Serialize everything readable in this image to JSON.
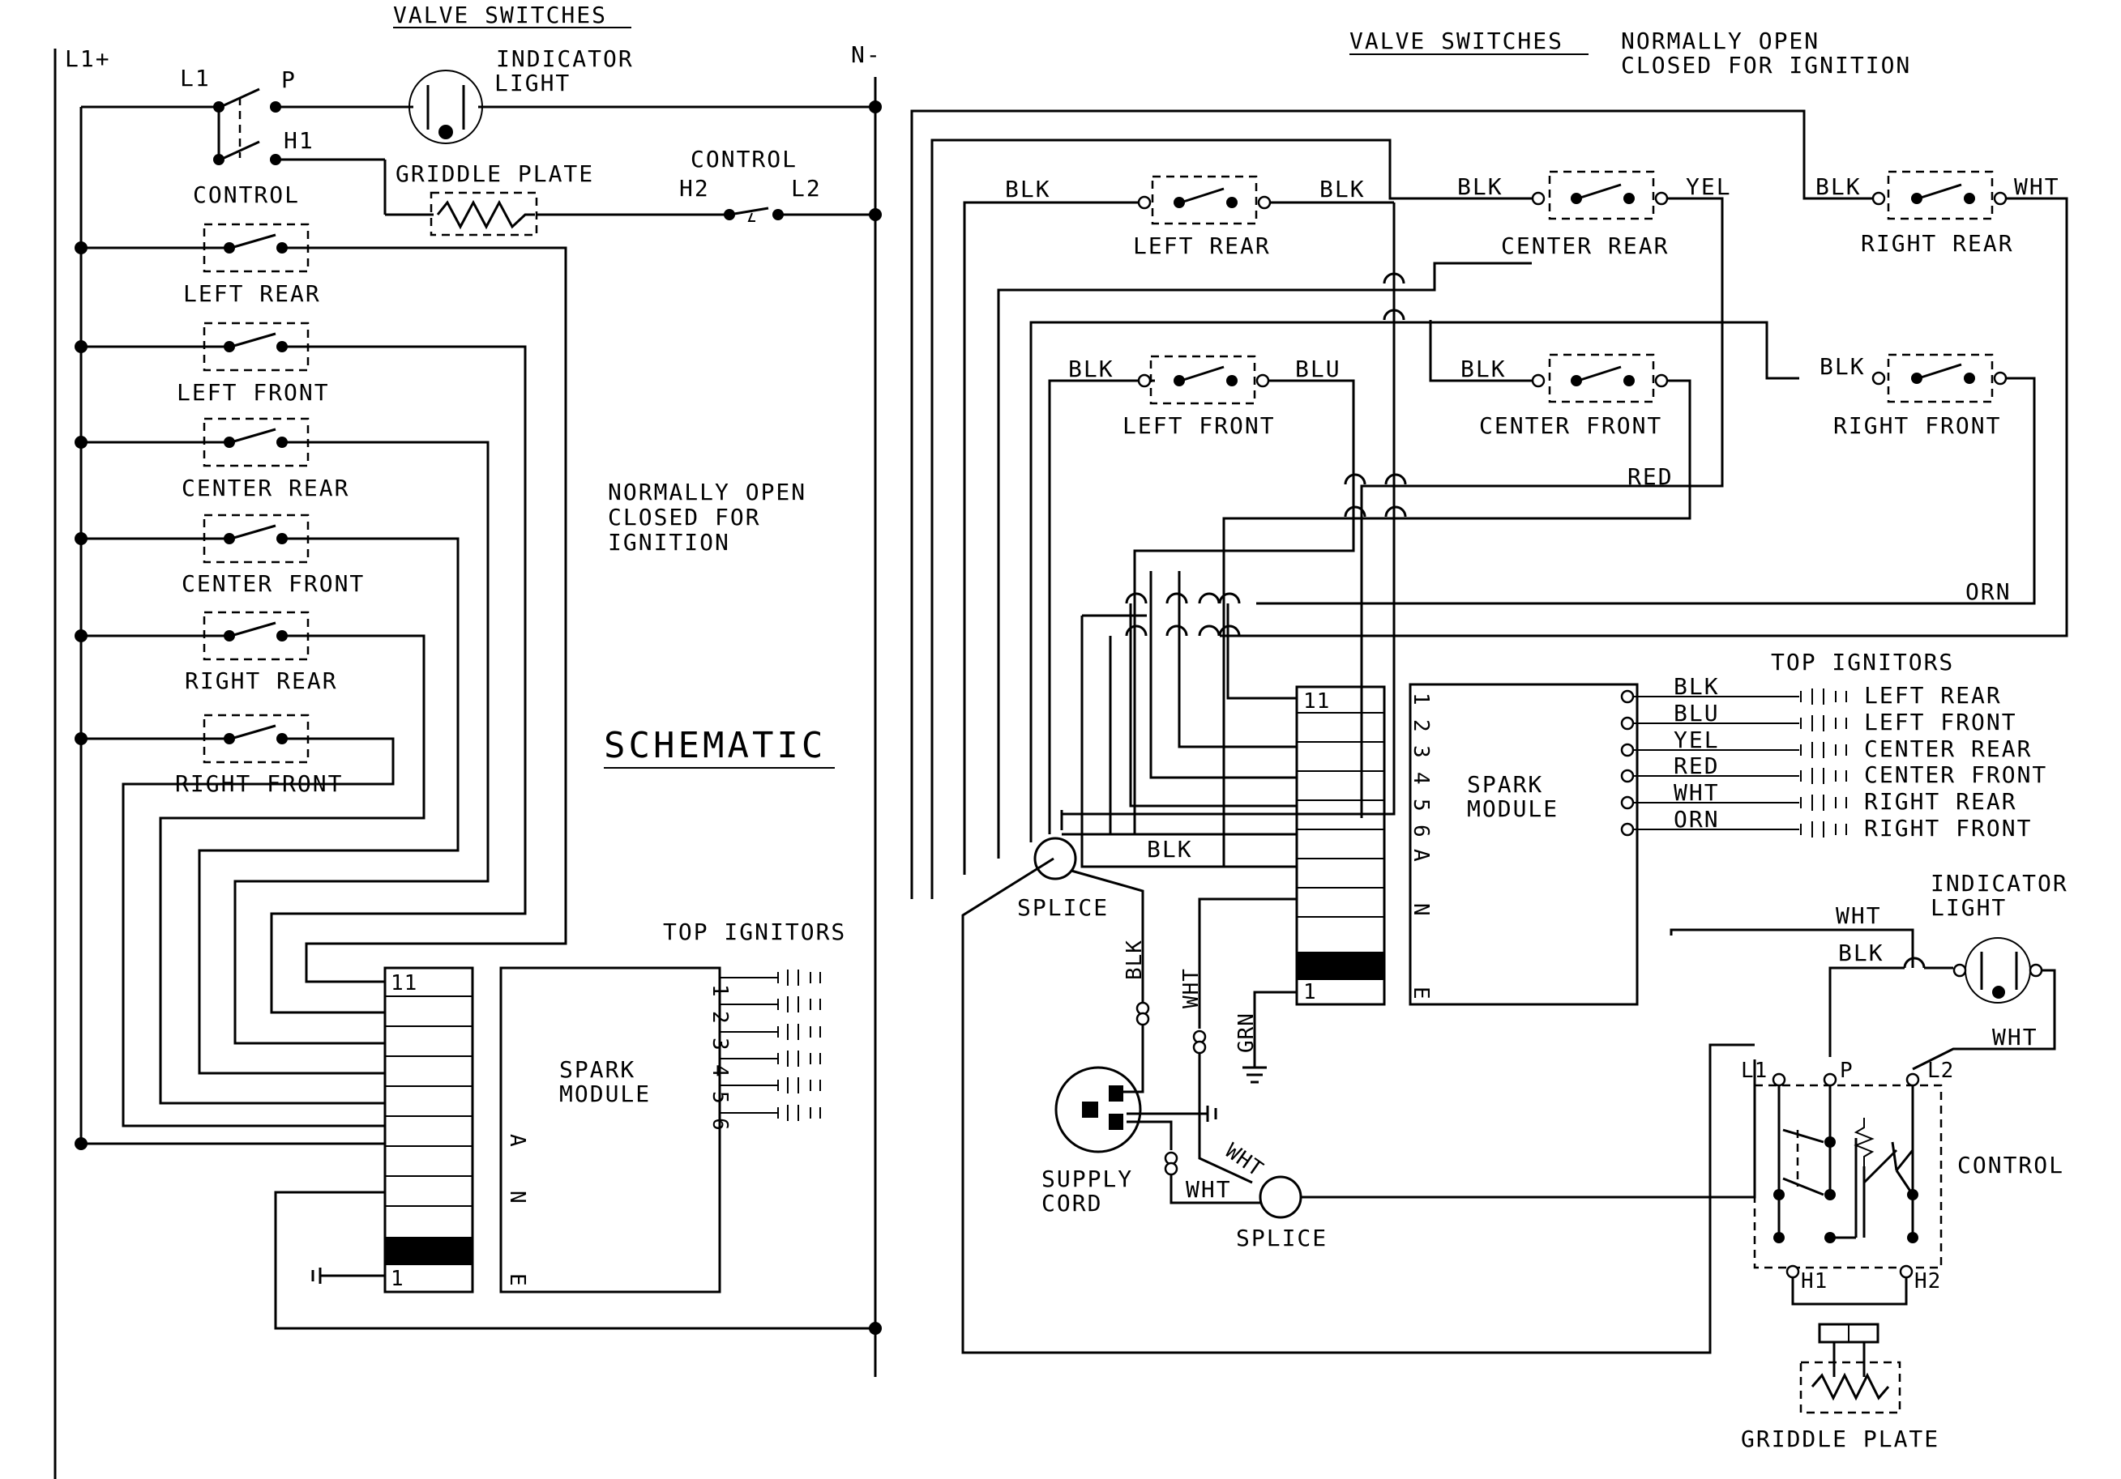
{
  "schematic": {
    "title": "SCHEMATIC",
    "header": "VALVE SWITCHES",
    "rails": {
      "left": "L1+",
      "right": "N-"
    },
    "indicator_light": [
      "INDICATOR",
      "LIGHT"
    ],
    "control_top": {
      "l1": "L1",
      "p": "P",
      "h1": "H1",
      "label": "CONTROL"
    },
    "griddle_plate": "GRIDDLE PLATE",
    "control_right": {
      "label": "CONTROL",
      "h2": "H2",
      "l2": "L2"
    },
    "switches": [
      "LEFT REAR",
      "LEFT FRONT",
      "CENTER REAR",
      "CENTER FRONT",
      "RIGHT REAR",
      "RIGHT FRONT"
    ],
    "note": [
      "NORMALLY OPEN",
      "CLOSED FOR",
      "IGNITION"
    ],
    "top_ignitors": "TOP IGNITORS",
    "spark_module": [
      "SPARK",
      "MODULE"
    ],
    "module_pins": [
      "1",
      "2",
      "3",
      "4",
      "5",
      "6",
      "A",
      "N",
      "E"
    ],
    "connector": {
      "top": "11",
      "bottom": "1"
    }
  },
  "wiring": {
    "header": "VALVE SWITCHES",
    "note": [
      "NORMALLY OPEN",
      "CLOSED FOR IGNITION"
    ],
    "switches": [
      {
        "name": "LEFT REAR",
        "in": "BLK",
        "out": "BLK"
      },
      {
        "name": "CENTER REAR",
        "in": "BLK",
        "out": "YEL"
      },
      {
        "name": "RIGHT REAR",
        "in": "BLK",
        "out": "WHT"
      },
      {
        "name": "LEFT FRONT",
        "in": "BLK",
        "out": "BLU"
      },
      {
        "name": "CENTER FRONT",
        "in": "BLK",
        "out": "RED"
      },
      {
        "name": "RIGHT FRONT",
        "in": "BLK",
        "out": "ORN"
      }
    ],
    "top_ignitors": "TOP IGNITORS",
    "spark_module": [
      "SPARK",
      "MODULE"
    ],
    "module_pins": [
      "1",
      "2",
      "3",
      "4",
      "5",
      "6",
      "A",
      "N",
      "E"
    ],
    "ignitor_wires": [
      "BLK",
      "BLU",
      "YEL",
      "RED",
      "WHT",
      "ORN"
    ],
    "ignitor_labels": [
      "LEFT REAR",
      "LEFT FRONT",
      "CENTER REAR",
      "CENTER FRONT",
      "RIGHT REAR",
      "RIGHT FRONT"
    ],
    "connector": {
      "top": "11",
      "bottom": "1"
    },
    "connector_wire": "BLK",
    "splice_top": "SPLICE",
    "splice_bottom": "SPLICE",
    "wire_blk_vertical": "BLK",
    "wire_wht_vertical": "WHT",
    "wire_grn": "GRN",
    "wire_wht_diag": "WHT",
    "wire_wht_cord": "WHT",
    "supply_cord": [
      "SUPPLY",
      "CORD"
    ],
    "indicator_light": [
      "INDICATOR",
      "LIGHT"
    ],
    "control": {
      "label": "CONTROL",
      "l1": "L1",
      "p": "P",
      "l2": "L2",
      "h1": "H1",
      "h2": "H2"
    },
    "control_wires": {
      "top_wht": "WHT",
      "blk": "BLK",
      "right_wht": "WHT"
    },
    "griddle_plate": "GRIDDLE PLATE"
  }
}
